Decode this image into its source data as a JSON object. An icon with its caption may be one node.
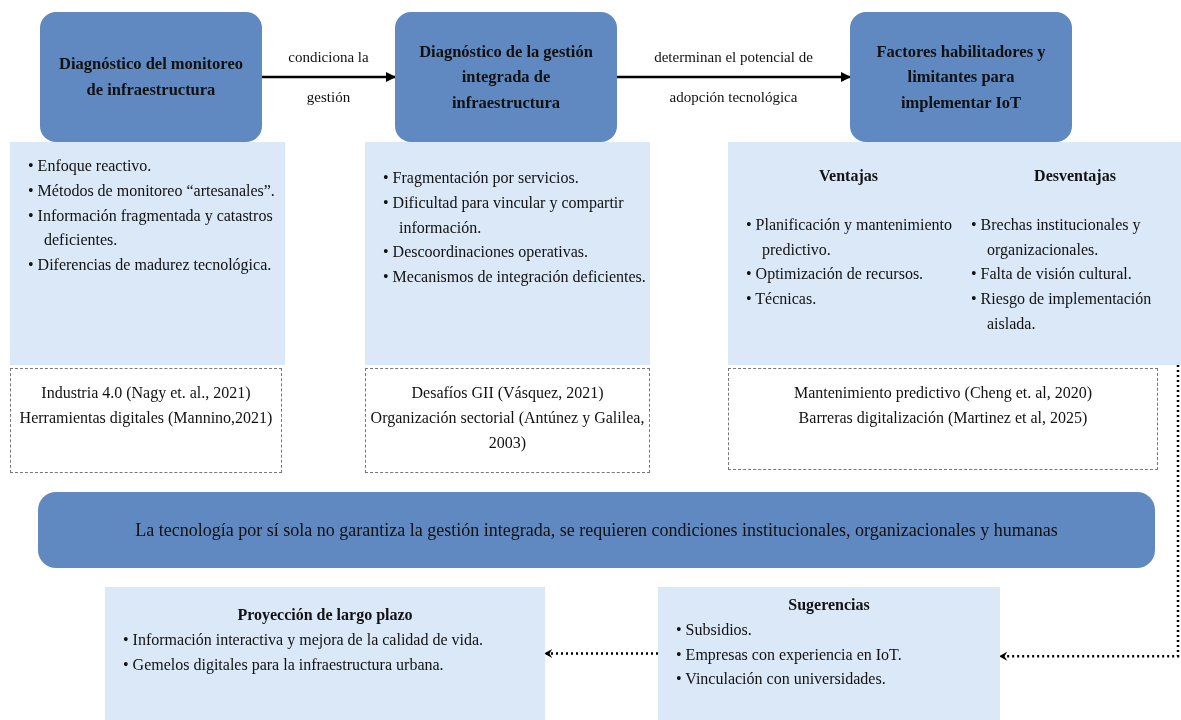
{
  "diagram": {
    "nodes": [
      {
        "text": [
          "Diagnóstico del monitoreo de infraestructura"
        ]
      },
      {
        "text": [
          "• Enfoque reactivo.",
          "• Métodos de monitoreo “artesanales”.",
          "• Información fragmentada y catastros deficientes.",
          "• Diferencias de madurez tecnológica."
        ]
      },
      {
        "text": [
          "Industria 4.0 (Nagy et. al., 2021)",
          "Herramientas digitales (Mannino,2021)"
        ]
      },
      {
        "text": [
          "Diagnóstico de la gestión integrada de infraestructura"
        ]
      },
      {
        "text": [
          "• Fragmentación por servicios.",
          "• Dificultad para vincular y compartir información.",
          "• Descoordinaciones operativas.",
          "• Mecanismos de integración deficientes."
        ]
      },
      {
        "text": [
          "Desafíos GII (Vásquez, 2021)",
          "Organización sectorial (Antúnez y Galilea, 2003)"
        ]
      },
      {
        "text": [
          "Factores habilitadores y limitantes para implementar IoT"
        ]
      },
      {
        "text": [
          "Ventajas",
          "• Planificación y mantenimiento predictivo.",
          "• Optimización de recursos.",
          "• Técnicas.",
          "Desventajas",
          "• Brechas institucionales y organizacionales.",
          "• Falta de visión cultural.",
          "• Riesgo de implementación aislada."
        ]
      },
      {
        "text": [
          "Mantenimiento predictivo (Cheng et. al, 2020)",
          "Barreras digitalización (Martinez et al, 2025)"
        ]
      },
      {
        "text": [
          "La tecnología por sí sola no garantiza la gestión integrada, se requieren condiciones institucionales, organizacionales y humanas"
        ]
      },
      {
        "text": [
          "Proyección de largo plazo",
          "• Información interactiva y mejora de la calidad de vida.",
          "• Gemelos digitales para la infraestructura urbana."
        ]
      },
      {
        "text": [
          "Sugerencias",
          "• Subsidios.",
          "• Empresas con experiencia en IoT.",
          "• Vinculación con universidades."
        ]
      }
    ],
    "edges": [
      {
        "from": 0,
        "to": 3,
        "arrow": "to",
        "label": "condiciona la gestión"
      },
      {
        "from": 3,
        "to": 6,
        "arrow": "to",
        "label": "determinan el potencial de adopción tecnológica"
      },
      {
        "from": 7,
        "to": 11,
        "arrow": "to",
        "style": "dashed"
      },
      {
        "from": 11,
        "to": 10,
        "arrow": "to",
        "style": "dashed"
      }
    ]
  }
}
